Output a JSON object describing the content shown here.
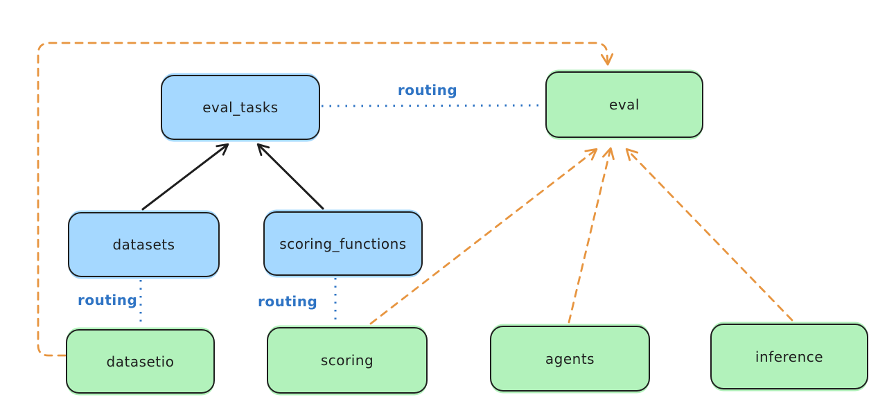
{
  "diagram": {
    "colors": {
      "blue_fill": "#a5d8ff",
      "green_fill": "#b2f2bb",
      "stroke_color": "#1e1e1e",
      "routing_blue": "#2f74c4",
      "orange": "#e79540",
      "bg": "#ffffff"
    },
    "nodes": [
      {
        "id": "eval_tasks",
        "label": "eval_tasks",
        "kind": "blue"
      },
      {
        "id": "eval",
        "label": "eval",
        "kind": "green"
      },
      {
        "id": "datasets",
        "label": "datasets",
        "kind": "blue"
      },
      {
        "id": "scoring_functions",
        "label": "scoring_functions",
        "kind": "blue"
      },
      {
        "id": "datasetio",
        "label": "datasetio",
        "kind": "green"
      },
      {
        "id": "scoring",
        "label": "scoring",
        "kind": "green"
      },
      {
        "id": "agents",
        "label": "agents",
        "kind": "green"
      },
      {
        "id": "inference",
        "label": "inference",
        "kind": "green"
      }
    ],
    "edge_labels": [
      {
        "id": "routing-top",
        "text": "routing"
      },
      {
        "id": "routing-datasets",
        "text": "routing"
      },
      {
        "id": "routing-scoring",
        "text": "routing"
      }
    ],
    "edges": [
      {
        "from": "eval_tasks",
        "to": "eval",
        "style": "dotted",
        "color": "#2f74c4",
        "label": "routing"
      },
      {
        "from": "datasets",
        "to": "eval_tasks",
        "style": "solid-arrow",
        "color": "#1e1e1e"
      },
      {
        "from": "scoring_functions",
        "to": "eval_tasks",
        "style": "solid-arrow",
        "color": "#1e1e1e"
      },
      {
        "from": "datasets",
        "to": "datasetio",
        "style": "dotted",
        "color": "#2f74c4",
        "label": "routing"
      },
      {
        "from": "scoring_functions",
        "to": "scoring",
        "style": "dotted",
        "color": "#2f74c4",
        "label": "routing"
      },
      {
        "from": "datasetio",
        "to": "eval",
        "style": "dashed-arrow",
        "color": "#e79540"
      },
      {
        "from": "scoring",
        "to": "eval",
        "style": "dashed-arrow",
        "color": "#e79540"
      },
      {
        "from": "agents",
        "to": "eval",
        "style": "dashed-arrow",
        "color": "#e79540"
      },
      {
        "from": "inference",
        "to": "eval",
        "style": "dashed-arrow",
        "color": "#e79540"
      }
    ]
  }
}
